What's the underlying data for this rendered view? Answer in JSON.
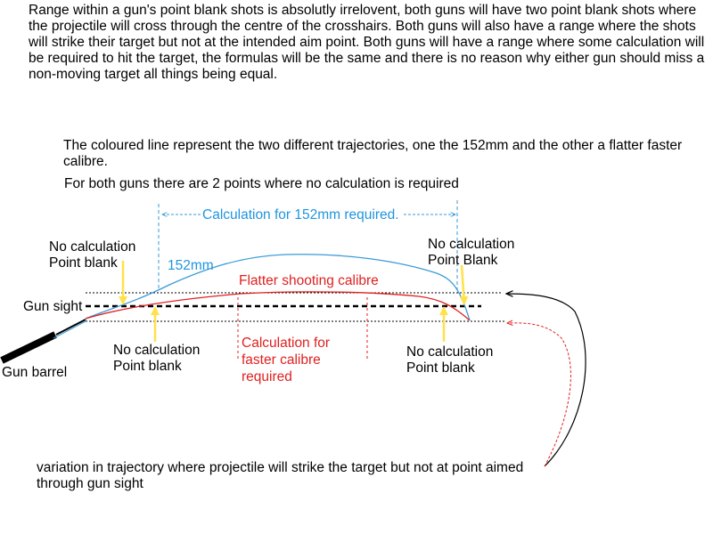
{
  "intro_text": "Range within a gun's point blank shots is absolutly irrelovent, both guns will have two point blank shots where the projectile will cross through the centre of the crosshairs. Both guns will also have a range where the shots will strike their target but not at the intended aim point. Both guns will have a range where some calculation will be required to hit the target, the formulas will be the same and there is no reason why either gun should miss a non-moving target all things being equal.",
  "trajectory_note": "The coloured line represent the two different trajectories, one the 152mm and the other a flatter faster calibre.",
  "points_note": "For both guns there are 2 points where no calculation is required",
  "calc_152_label": "Calculation for 152mm required.",
  "label_152mm": "152mm",
  "label_flatter": "Flatter shooting calibre",
  "left_top_label": [
    "No calculation",
    "Point blank"
  ],
  "right_top_label": [
    "No calculation",
    "Point Blank"
  ],
  "left_bottom_label": [
    "No calculation",
    "Point blank"
  ],
  "right_bottom_label": [
    "No calculation",
    "Point blank"
  ],
  "calc_faster_label": [
    "Calculation for",
    "faster calibre",
    "required"
  ],
  "gun_sight_label": "Gun sight",
  "gun_barrel_label": "Gun barrel",
  "variation_note": "variation in trajectory where projectile will strike the target but not at point aimed through gun sight",
  "colors": {
    "trajectory_152": "#3a9ad9",
    "trajectory_flatter": "#e02020",
    "marker_arrow": "#ffe14a",
    "text_152": "#1f95e0",
    "text_red": "#e02020"
  }
}
